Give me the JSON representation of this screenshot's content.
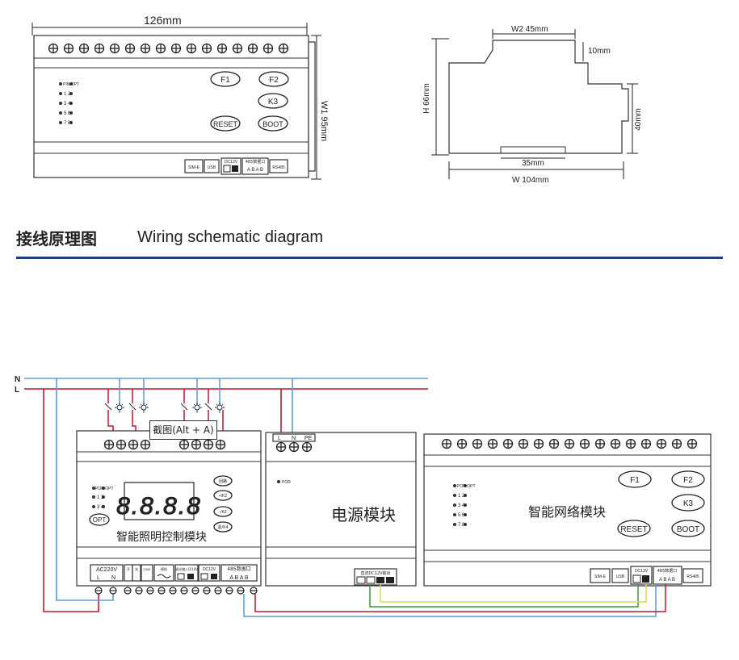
{
  "top_left": {
    "width_label": "126mm",
    "height_label": "W1 95mm",
    "buttons": [
      "F1",
      "F2",
      "K3",
      "RESET",
      "BOOT"
    ],
    "led_rows": [
      "PIN OPT",
      "1  2",
      "3  4",
      "5  6",
      "7  8"
    ],
    "ports": [
      "SIM-E",
      "USB",
      "DC12V",
      "485数据口",
      "RS485"
    ],
    "port_sub": "A B A B"
  },
  "top_right": {
    "w2_label": "W2 45mm",
    "h10_label": "10mm",
    "h66_label": "H 66mm",
    "h40_label": "40mm",
    "w35_label": "35mm",
    "w104_label": "W 104mm"
  },
  "section": {
    "title_cn": "接线原理图",
    "title_en": "Wiring schematic diagram"
  },
  "schematic": {
    "line_n": "N",
    "line_l": "L",
    "lighting_module": {
      "name": "智能照明控制模块",
      "display": "8.8.8.8",
      "opt_label": "OPT",
      "buttons": [
        "回路",
        "+/K2",
        "-/K3",
        "退/K4"
      ],
      "ports": [
        "AC220V",
        "开",
        "关",
        "GND",
        "模拟",
        "调光输入0/10V",
        "DC12V",
        "485数据口"
      ],
      "port_sub": [
        "L",
        "N",
        "A B A B"
      ],
      "led_rows": [
        "POR OPT",
        "1  2",
        "3  4"
      ]
    },
    "power_module": {
      "name": "电源模块",
      "terminals": [
        "L",
        "N",
        "PE"
      ],
      "led": "POR",
      "output_label": "直流DC12V输出"
    },
    "network_module": {
      "name": "智能网络模块",
      "buttons": [
        "F1",
        "F2",
        "K3",
        "RESET",
        "BOOT"
      ],
      "led_rows": [
        "POR OPT",
        "1  2",
        "3  4",
        "5  6",
        "7  8"
      ],
      "ports": [
        "SIM-E",
        "USB",
        "DC12V",
        "485数据口",
        "RS485"
      ],
      "port_sub": "A B A B"
    },
    "tooltip": "截图(Alt + A)"
  },
  "colors": {
    "n_line": "#5b9bd5",
    "l_line": "#c0182e",
    "rule": "#1f3c88",
    "green": "#3a9a3a",
    "yellow": "#e0d84a"
  }
}
